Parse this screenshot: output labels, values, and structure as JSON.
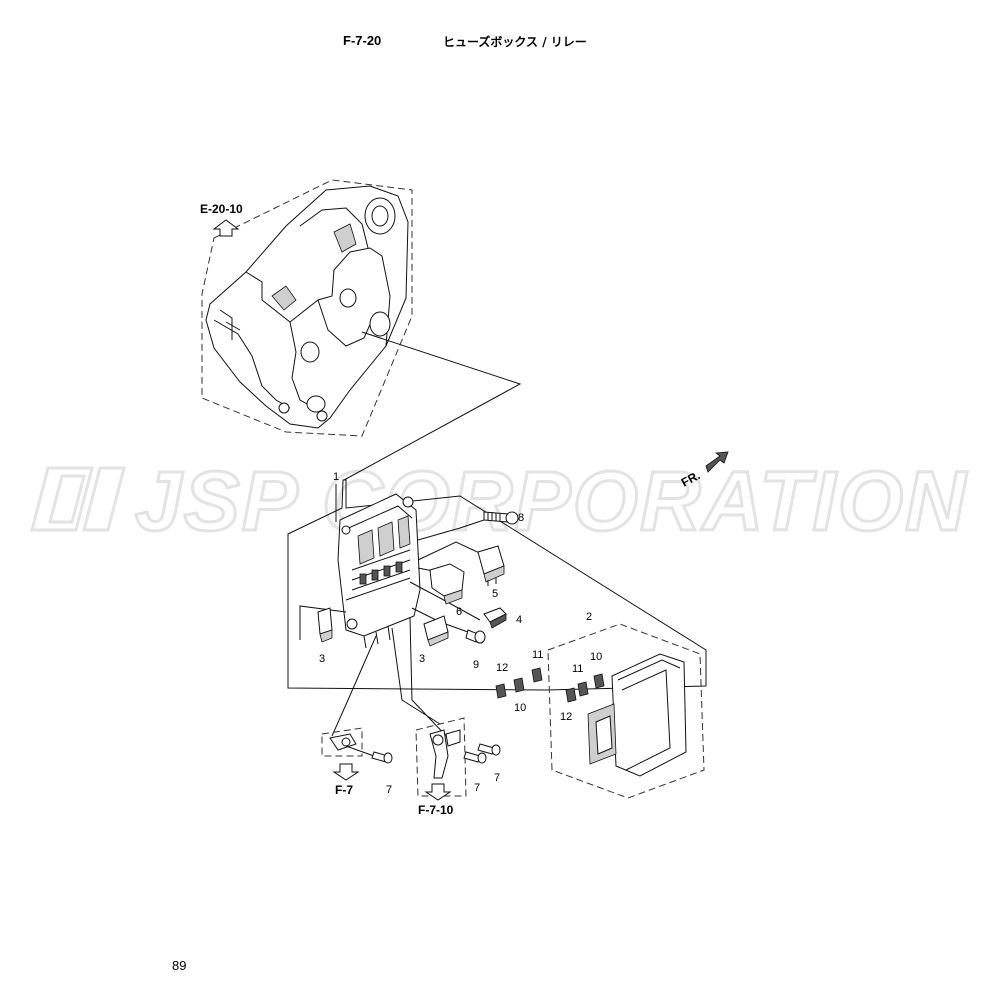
{
  "header": {
    "code": "F-7-20",
    "title": "ヒューズボックス / リレー"
  },
  "page_number": "89",
  "watermark": "JSP CORPORATION",
  "front_marker": "FR.",
  "references": {
    "top": "E-20-10",
    "bottom_left": "F-7",
    "bottom_middle": "F-7-10"
  },
  "callouts": {
    "c1": "1",
    "c2": "2",
    "c3a": "3",
    "c3b": "3",
    "c4": "4",
    "c5": "5",
    "c6": "6",
    "c7a": "7",
    "c7b": "7",
    "c7c": "7",
    "c8": "8",
    "c9": "9",
    "c10a": "10",
    "c10b": "10",
    "c11a": "11",
    "c11b": "11",
    "c12a": "12",
    "c12b": "12"
  }
}
